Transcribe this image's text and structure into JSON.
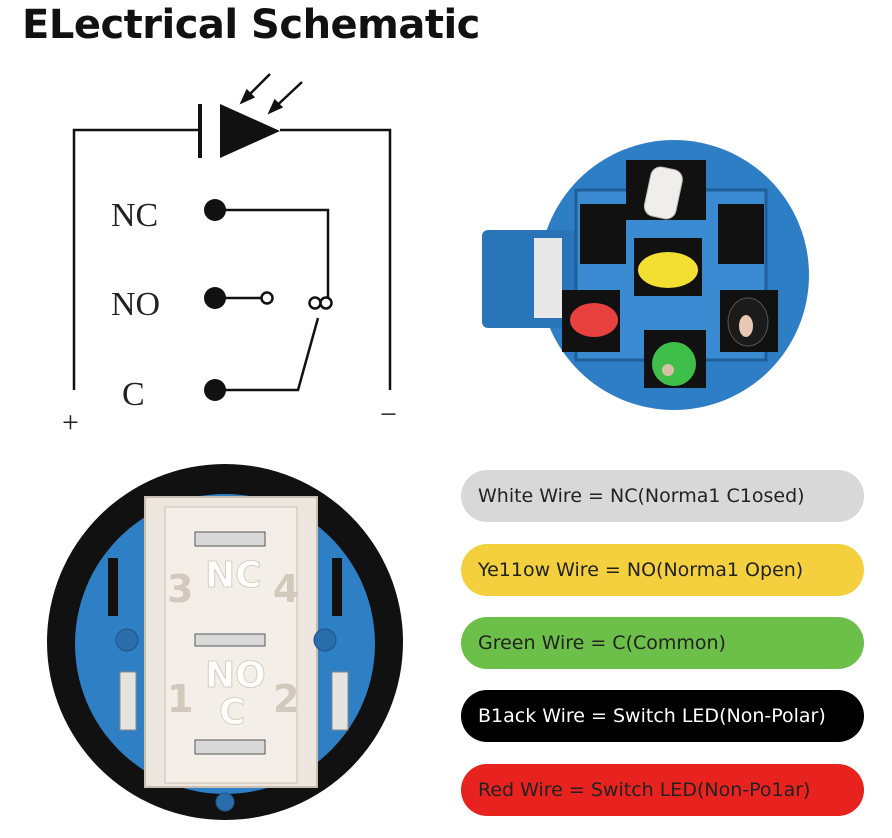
{
  "title": "ELectrical Schematic",
  "schematic": {
    "labels": {
      "nc": "NC",
      "no": "NO",
      "c": "C",
      "plus": "+",
      "minus": "−"
    }
  },
  "button_face": {
    "pin_labels": {
      "p3": "3",
      "p4": "4",
      "p1": "1",
      "p2": "2"
    },
    "terminal_labels": {
      "nc": "NC",
      "no": "NO",
      "c": "C"
    }
  },
  "connector_wires": [
    {
      "name": "white",
      "color": "#f2f0ec"
    },
    {
      "name": "yellow",
      "color": "#f2df32"
    },
    {
      "name": "red",
      "color": "#e8403f"
    },
    {
      "name": "black",
      "color": "#1b1b1b"
    },
    {
      "name": "green",
      "color": "#3fbf4a"
    }
  ],
  "legend": [
    {
      "id": "white",
      "text": "White Wire = NC(Norma1 C1osed)",
      "bg": "#d8d8d8",
      "fg": "#222222"
    },
    {
      "id": "yellow",
      "text": "Ye11ow Wire = NO(Norma1 Open)",
      "bg": "#f4d03f",
      "fg": "#222222"
    },
    {
      "id": "green",
      "text": "Green Wire = C(Common)",
      "bg": "#6cc04a",
      "fg": "#222222"
    },
    {
      "id": "black",
      "text": "B1ack Wire = Switch LED(Non-Polar)",
      "bg": "#000000",
      "fg": "#ffffff"
    },
    {
      "id": "red",
      "text": "Red Wire = Switch LED(Non-Po1ar)",
      "bg": "#e8221e",
      "fg": "#222222"
    }
  ],
  "colors": {
    "button_blue": "#2f7fc4",
    "insert_white": "#ece6df",
    "ring_black": "#111111"
  }
}
